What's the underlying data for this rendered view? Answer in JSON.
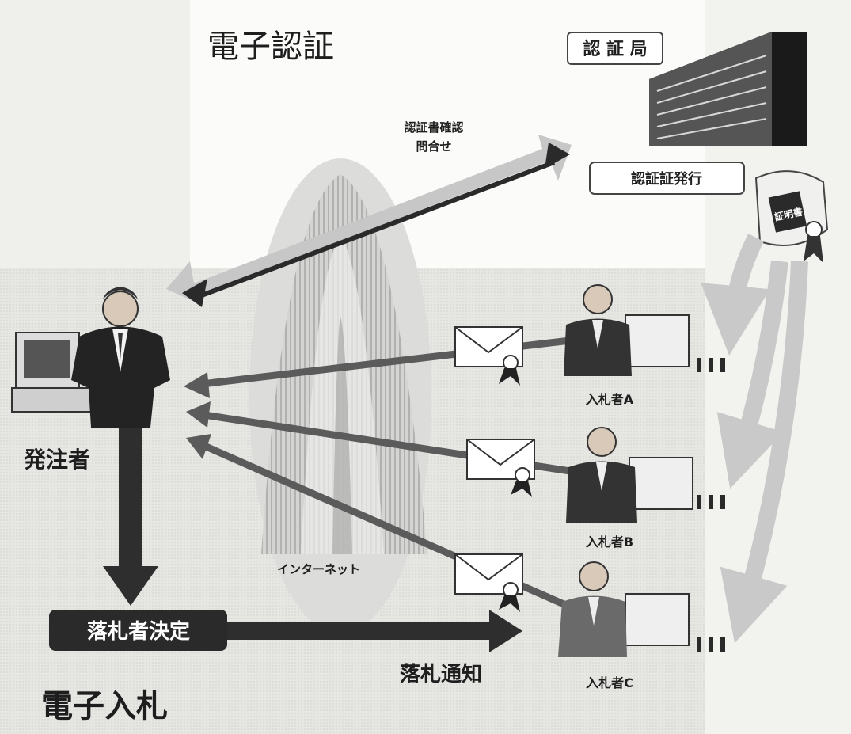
{
  "diagram": {
    "title_top": "電子認証",
    "title_bottom": "電子入札",
    "authority": {
      "label": "認 証 局",
      "issue_label": "認証証発行",
      "certificate_text": "証明書"
    },
    "query_label": {
      "line1": "認証書確認",
      "line2": "問合せ"
    },
    "client": {
      "label": "発注者"
    },
    "decision": {
      "label": "落札者決定"
    },
    "notify": {
      "label": "落札通知"
    },
    "network": {
      "label": "インターネット"
    },
    "bidders": [
      {
        "label": "入札者A"
      },
      {
        "label": "入札者B"
      },
      {
        "label": "入札者C"
      }
    ]
  },
  "colors": {
    "background": "#fbfbf9",
    "panel": "#e7e7e5",
    "arrow_dark": "#3a3a3a",
    "arrow_light": "#c9c9c9",
    "decision_box": "#2a2a2a"
  }
}
